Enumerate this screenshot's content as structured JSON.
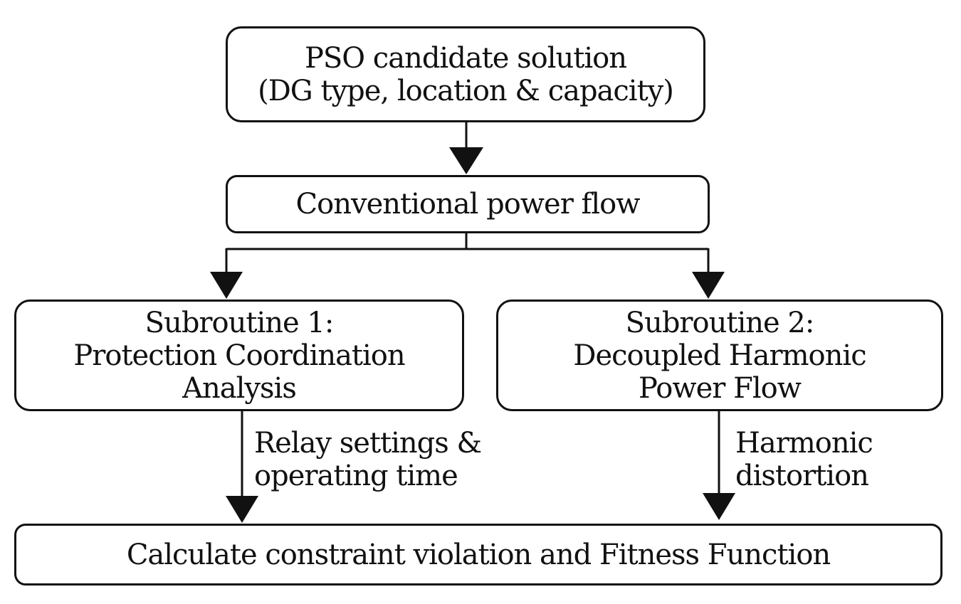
{
  "nodes": {
    "pso": {
      "line1": "PSO candidate solution",
      "line2": "(DG type, location & capacity)"
    },
    "power_flow": {
      "line1": "Conventional power flow"
    },
    "subroutine1": {
      "line1": "Subroutine 1:",
      "line2": "Protection Coordination",
      "line3": "Analysis"
    },
    "subroutine2": {
      "line1": "Subroutine 2:",
      "line2": "Decoupled Harmonic",
      "line3": "Power Flow"
    },
    "fitness": {
      "line1": "Calculate constraint violation and Fitness Function"
    }
  },
  "edge_labels": {
    "sub1_to_fitness": {
      "line1": "Relay settings &",
      "line2": "operating time"
    },
    "sub2_to_fitness": {
      "line1": "Harmonic",
      "line2": "distortion"
    }
  }
}
